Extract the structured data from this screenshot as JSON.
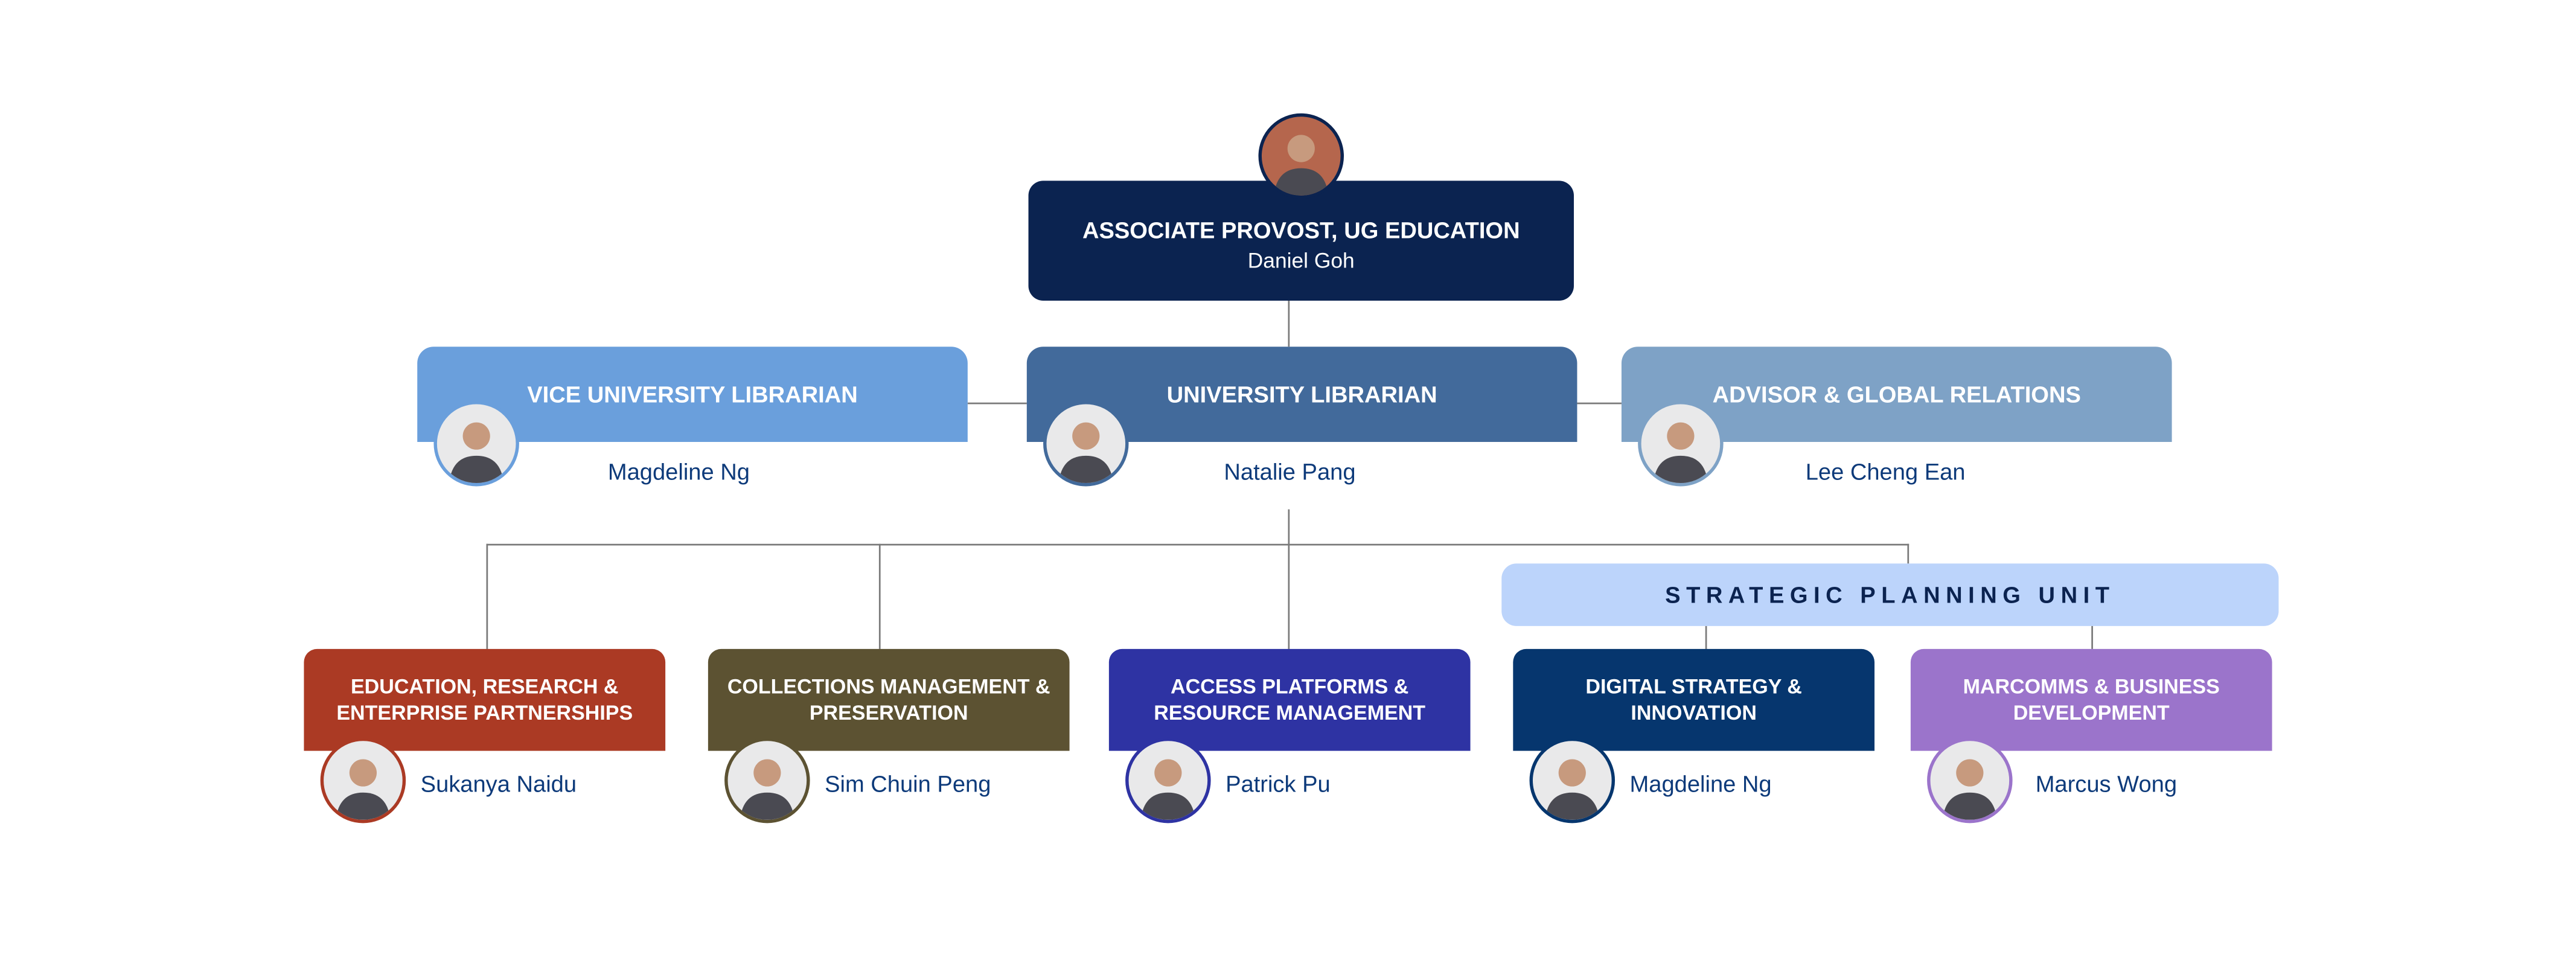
{
  "top": {
    "title": "ASSOCIATE PROVOST, UG EDUCATION",
    "name": "Daniel Goh",
    "color": "#0b2350"
  },
  "second_row": [
    {
      "title": "VICE UNIVERSITY LIBRARIAN",
      "name": "Magdeline Ng",
      "color": "#6a9fdc"
    },
    {
      "title": "UNIVERSITY LIBRARIAN",
      "name": "Natalie Pang",
      "color": "#426a9b"
    },
    {
      "title": "ADVISOR & GLOBAL RELATIONS",
      "name": "Lee Cheng Ean",
      "color": "#7ea2c6"
    }
  ],
  "strategic_unit": {
    "label": "STRATEGIC PLANNING UNIT",
    "color": "#bcd4fb"
  },
  "departments": [
    {
      "title": "EDUCATION, RESEARCH & ENTERPRISE PARTNERSHIPS",
      "name": "Sukanya Naidu",
      "color": "#ab3a24"
    },
    {
      "title": "COLLECTIONS MANAGEMENT & PRESERVATION",
      "name": "Sim Chuin Peng",
      "color": "#5c5232"
    },
    {
      "title": "ACCESS PLATFORMS & RESOURCE MANAGEMENT",
      "name": "Patrick Pu",
      "color": "#2e33a3"
    },
    {
      "title": "DIGITAL STRATEGY & INNOVATION",
      "name": "Magdeline Ng",
      "color": "#06366e"
    },
    {
      "title": "MARCOMMS & BUSINESS DEVELOPMENT",
      "name": "Marcus Wong",
      "color": "#9b74cb"
    }
  ]
}
